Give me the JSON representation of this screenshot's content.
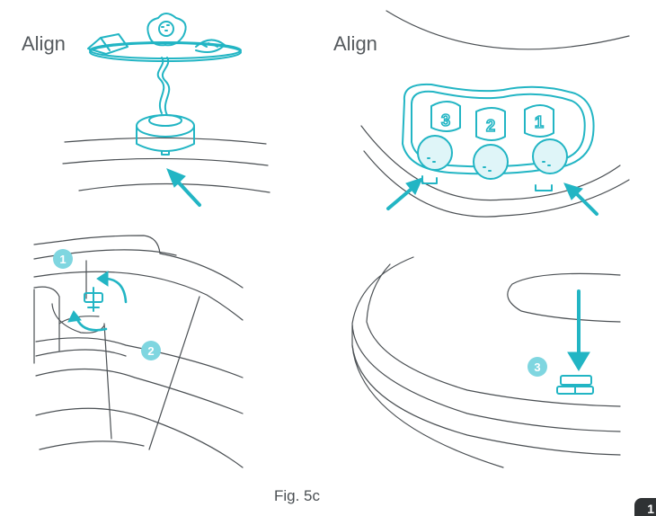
{
  "labels": {
    "align_left": "Align",
    "align_right": "Align",
    "caption": "Fig. 5c",
    "page_number": "1"
  },
  "steps": [
    "1",
    "2",
    "3"
  ],
  "toy_keys": [
    "3",
    "2",
    "1"
  ],
  "colors": {
    "accent": "#22b5c4",
    "step_badge": "#7fd6e0",
    "line": "#4b5054",
    "text": "#555a5e"
  }
}
